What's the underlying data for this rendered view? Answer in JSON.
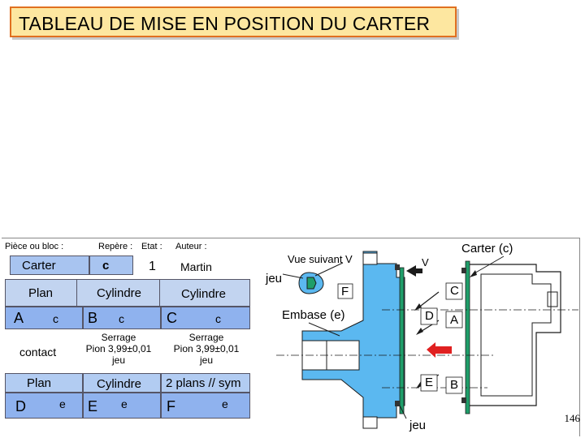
{
  "title": "TABLEAU DE MISE EN POSITION DU CARTER",
  "header": {
    "piece_label": "Pièce ou bloc :",
    "repere_label": "Repère :",
    "etat_label": "Etat :",
    "auteur_label": "Auteur :"
  },
  "row_info": {
    "piece": "Carter",
    "repere": "c",
    "etat": "1",
    "auteur": "Martin"
  },
  "row1": [
    {
      "type": "Plan",
      "letter": "A",
      "value": "c"
    },
    {
      "type": "Cylindre",
      "letter": "B",
      "value": "c"
    },
    {
      "type": "Cylindre",
      "letter": "C",
      "value": "c"
    }
  ],
  "row1_notes": [
    {
      "line1": "contact",
      "line2": "",
      "line3": ""
    },
    {
      "line1": "Serrage",
      "line2": "Pion 3,99±0,01",
      "line3": "jeu"
    },
    {
      "line1": "Serrage",
      "line2": "Pion 3,99±0,01",
      "line3": "jeu"
    }
  ],
  "row2": [
    {
      "type": "Plan",
      "letter": "D",
      "value": "e"
    },
    {
      "type": "Cylindre",
      "letter": "E",
      "value": "e"
    },
    {
      "type": "2 plans // sym",
      "letter": "F",
      "value": "e"
    }
  ],
  "drawing": {
    "carter_label": "Carter (c)",
    "vue_label": "Vue suivant V",
    "v_label": "V",
    "jeu_top": "jeu",
    "jeu_bottom": "jeu",
    "embase_label": "Embase (e)",
    "letters": {
      "F": "F",
      "C": "C",
      "D": "D",
      "A": "A",
      "E": "E",
      "B": "B"
    }
  },
  "page_number": "146",
  "colors": {
    "part_blue": "#5bb8f0",
    "plate_green": "#1f9e6a",
    "arrow_red": "#e02020",
    "title_fill": "#fde7a0",
    "title_border": "#e07020"
  }
}
